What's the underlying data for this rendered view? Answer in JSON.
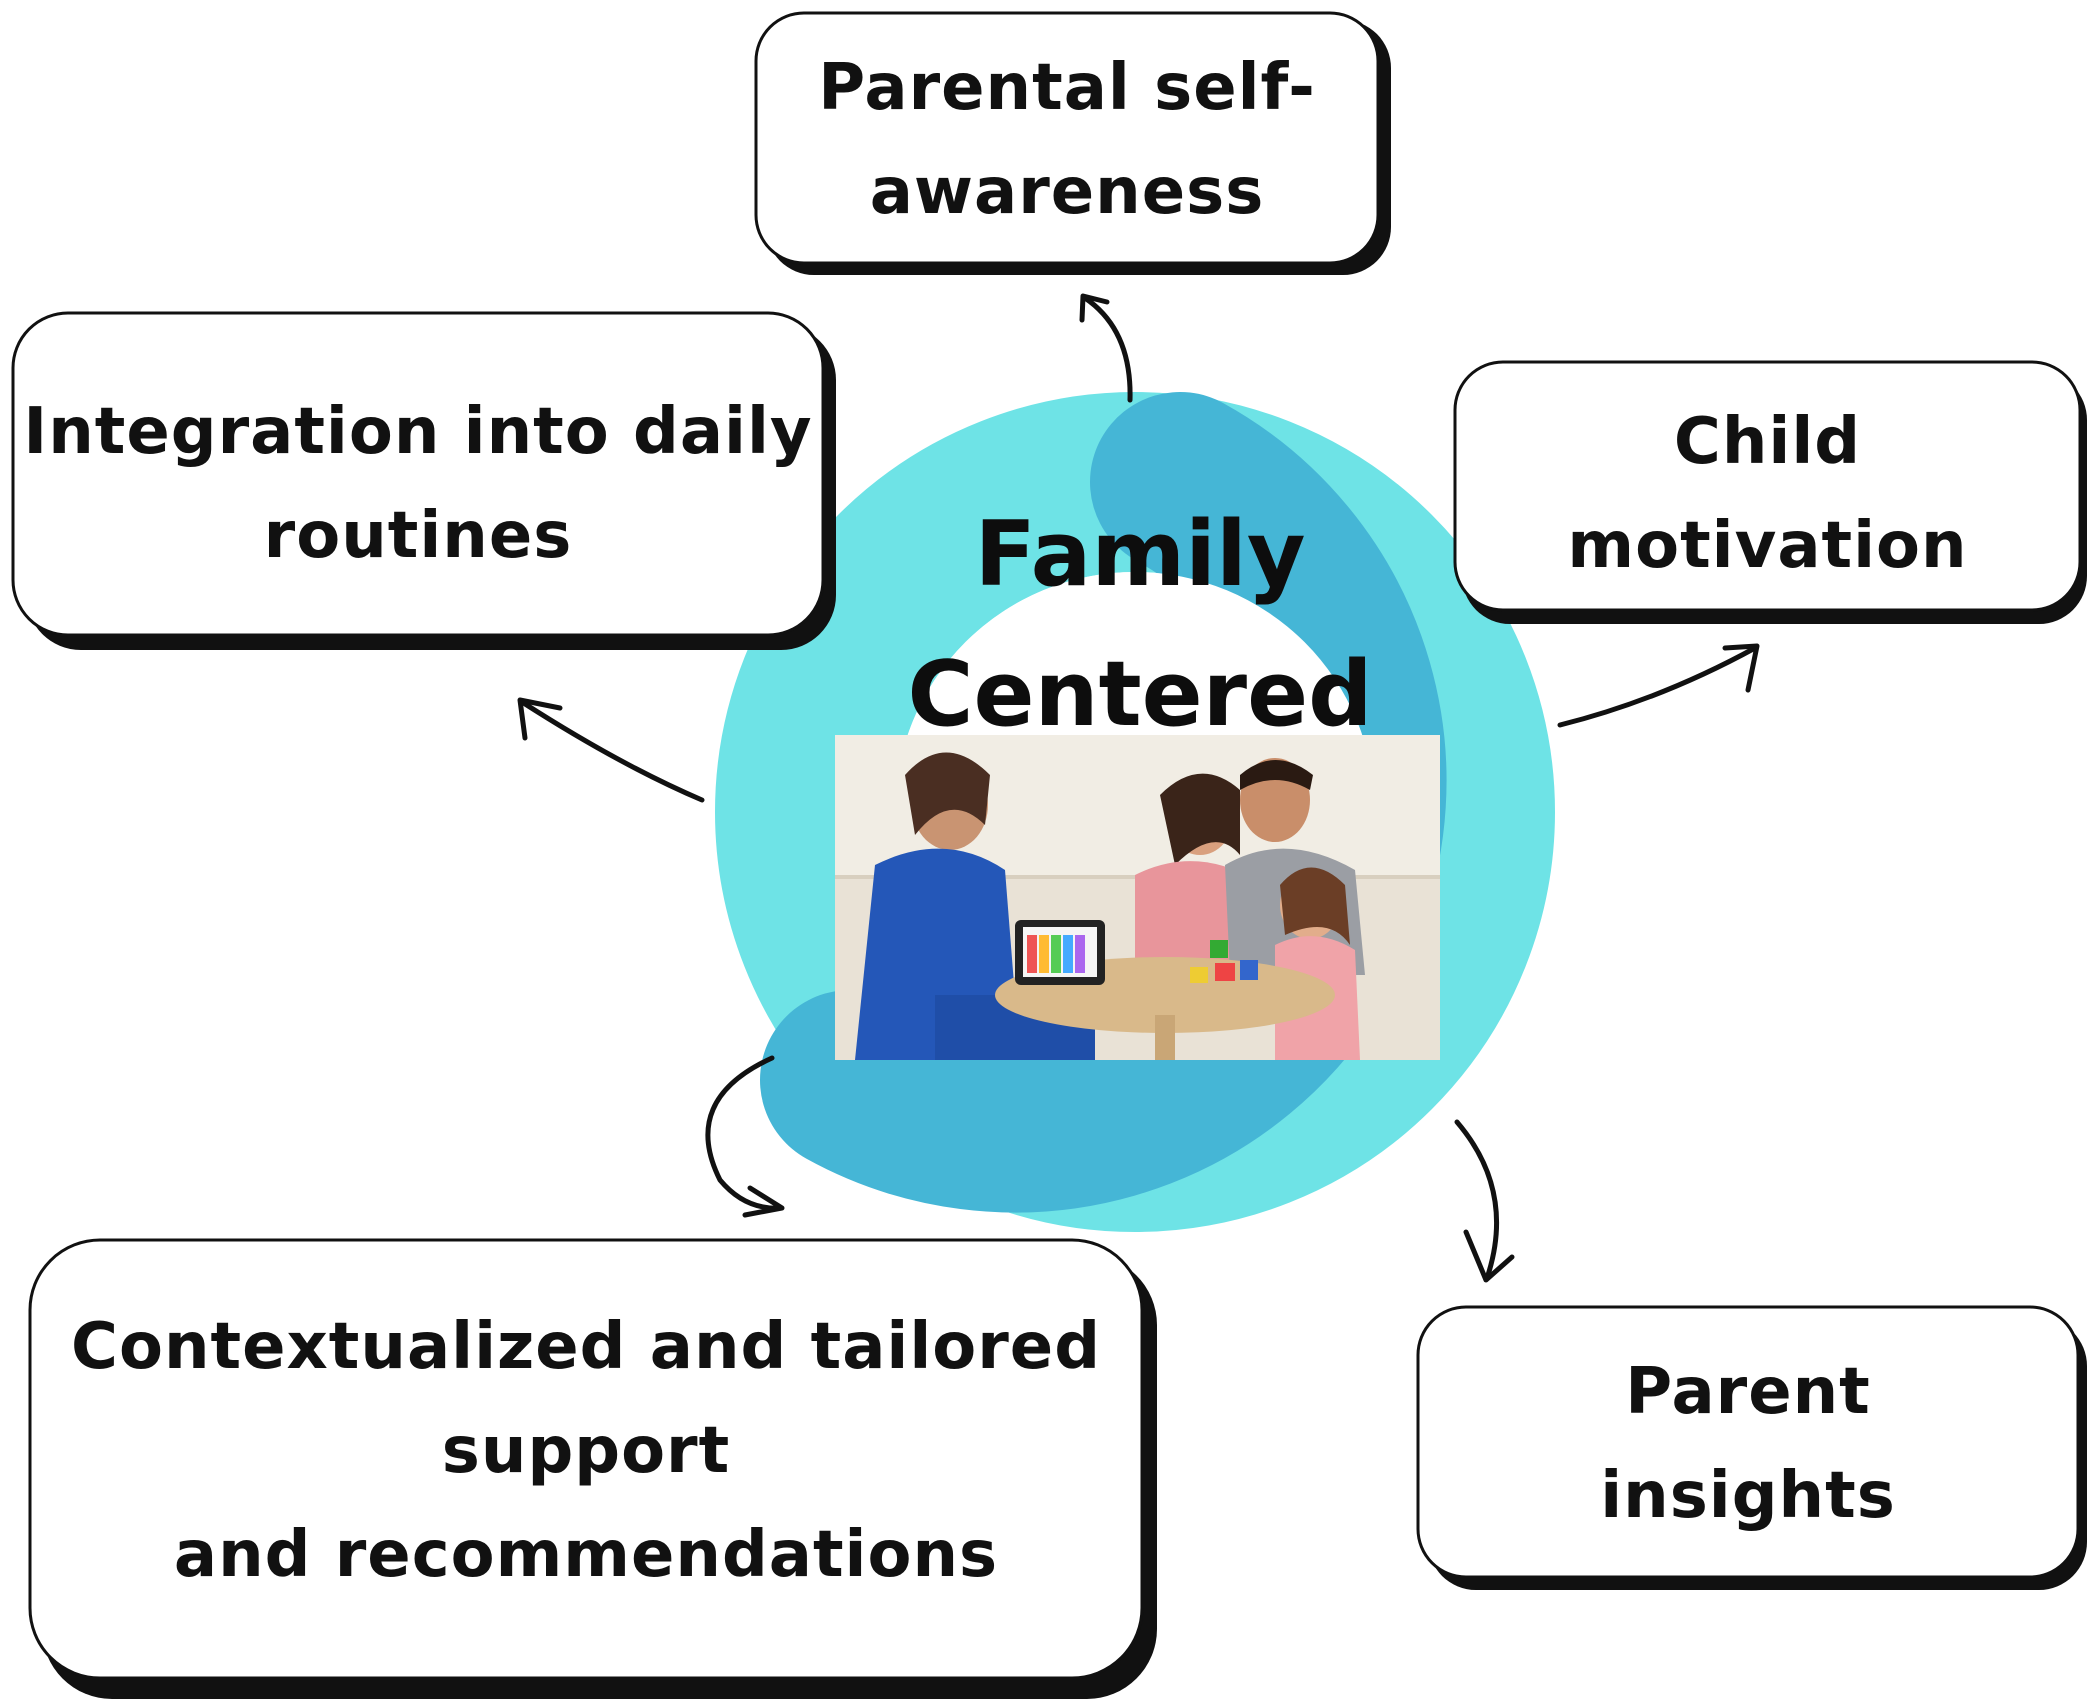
{
  "center": {
    "title_line1": "Family",
    "title_line2": "Centered",
    "photo_icon": "family-therapy-session-photo",
    "ring_colors": {
      "light": "#6ee3e6",
      "dark": "#45b6d6"
    }
  },
  "nodes": {
    "parental_self_awareness": {
      "line1": "Parental self-",
      "line2": "awareness"
    },
    "child_motivation": {
      "line1": "Child",
      "line2": "motivation"
    },
    "parent_insights": {
      "line1": "Parent",
      "line2": "insights"
    },
    "contextualized_support": {
      "line1": "Contextualized and tailored",
      "line2": "support",
      "line3": "and recommendations"
    },
    "integration_daily_routines": {
      "line1": "Integration into daily",
      "line2": "routines"
    }
  },
  "colors": {
    "box_border": "#111111",
    "box_shadow": "#111111",
    "text": "#111111"
  }
}
